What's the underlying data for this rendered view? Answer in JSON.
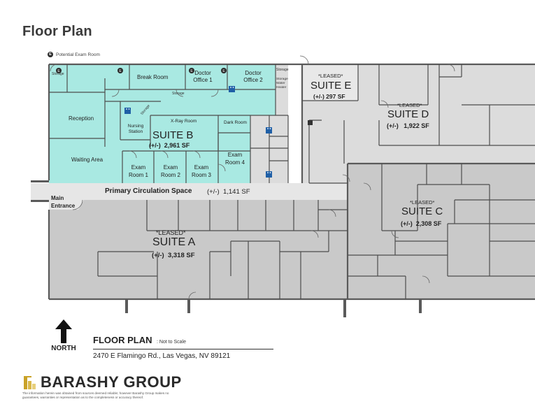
{
  "page": {
    "title": "Floor Plan"
  },
  "legend": {
    "marker": "E",
    "label": "Potential Exam Room"
  },
  "suites": {
    "b": {
      "name": "SUITE B",
      "area": "(+/-)  2,961 SF"
    },
    "e": {
      "status": "*LEASED*",
      "name": "SUITE E",
      "area": "(+/-) 297 SF"
    },
    "d": {
      "status": "*LEASED*",
      "name": "SUITE D",
      "area": "(+/-)   1,922 SF"
    },
    "c": {
      "status": "*LEASED*",
      "name": "SUITE C",
      "area": "(+/-)  2,308 SF"
    },
    "a": {
      "status": "*LEASED*",
      "name": "SUITE A",
      "area": "(+/-)  3,318 SF"
    }
  },
  "rooms": {
    "storage_top_left": "Storage",
    "break_room": "Break Room",
    "doctor_office_1": [
      "Doctor",
      "Office 1"
    ],
    "doctor_office_2": [
      "Doctor",
      "Office 2"
    ],
    "storage_right": "Storage",
    "storage_water_heater": [
      "Storage",
      "Water",
      "Heater"
    ],
    "storage_mid": "Storage",
    "storage_small": "Storage",
    "reception": "Reception",
    "nursing_station": [
      "Nursing",
      "Station"
    ],
    "xray_room": "X-Ray Room",
    "dark_room": "Dark Room",
    "waiting_area": "Waiting Area",
    "exam_room_1": [
      "Exam",
      "Room 1"
    ],
    "exam_room_2": [
      "Exam",
      "Room 2"
    ],
    "exam_room_3": [
      "Exam",
      "Room 3"
    ],
    "exam_room_4": [
      "Exam",
      "Room 4"
    ]
  },
  "circulation": {
    "label": "Primary Circulation Space",
    "area": "(+/-)  1,141 SF"
  },
  "entrance": [
    "Main",
    "Entrance"
  ],
  "north": {
    "label": "NORTH"
  },
  "caption": {
    "title": "FLOOR PLAN",
    "scale": ": Not to Scale",
    "address": "2470 E Flamingo Rd., Las Vegas, NV  89121"
  },
  "brand": {
    "name": "BARASHY GROUP",
    "disclaimer": "The information herein was obtained from sources deemed reliable; however Barashy Group makes no guarantees, warranties or representation as to the completeness or accuracy thereof."
  },
  "colors": {
    "suite_b": "#a9e9e2",
    "suite_gray": "#c9c9c9",
    "suite_light": "#e0e0e0",
    "corridor": "#e6e6e6",
    "wall": "#5a5a5a"
  }
}
